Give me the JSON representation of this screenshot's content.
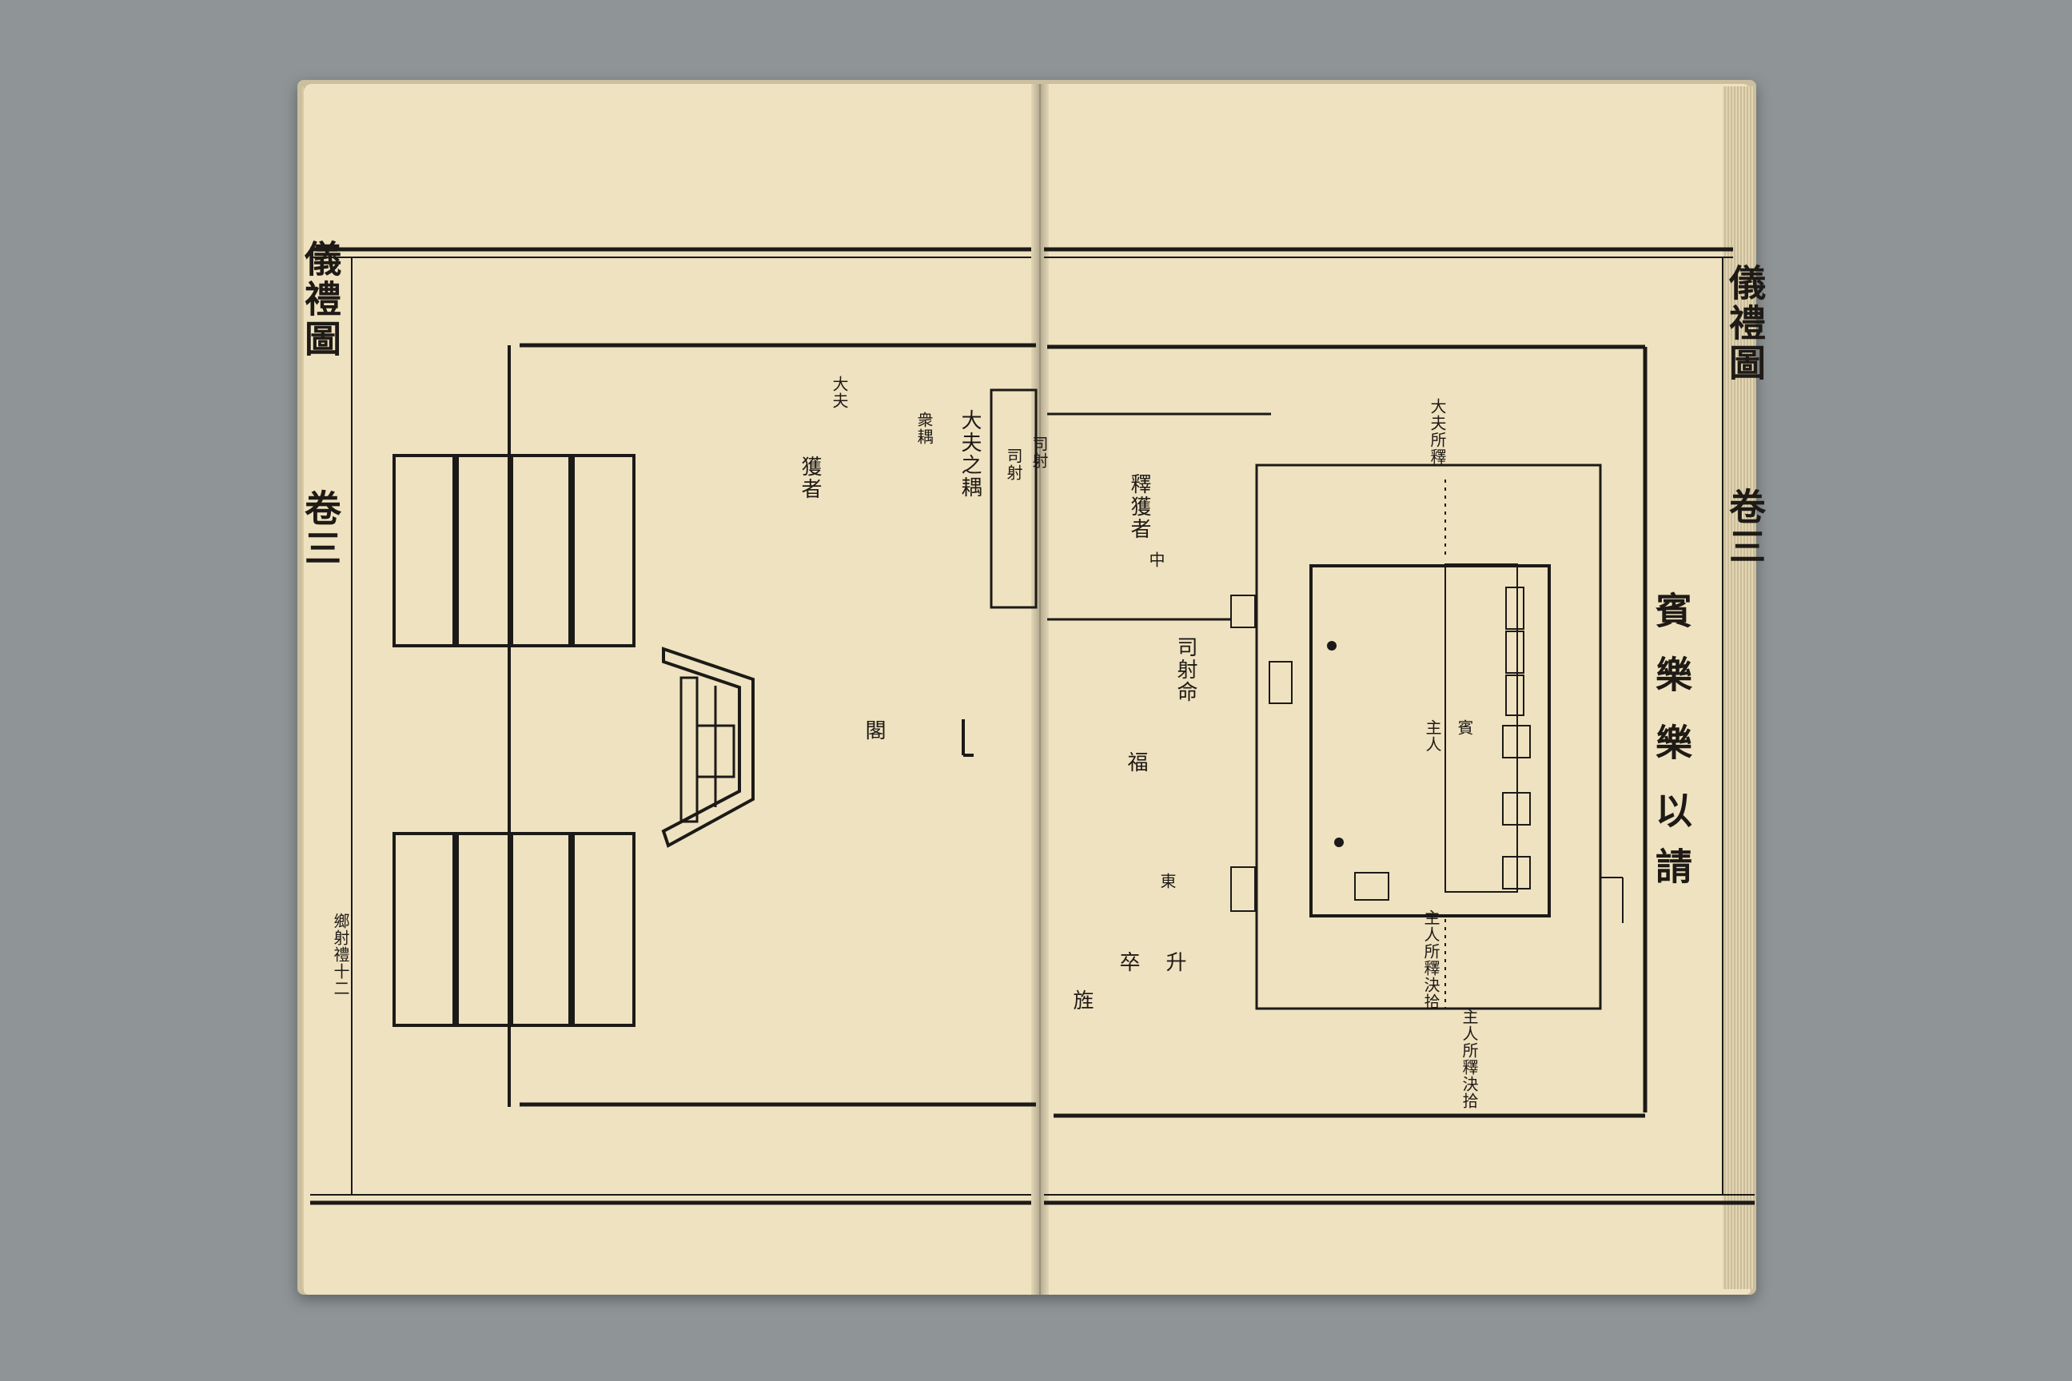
{
  "book": {
    "left_margin": {
      "title": "儀禮圖",
      "volume": "卷三",
      "section": "鄉射禮十二"
    },
    "right_margin": {
      "title": "儀禮圖",
      "volume": "卷三"
    }
  },
  "left_page": {
    "labels": {
      "tie": "大夫之耦",
      "group": "衆耦",
      "heading1": "獲者",
      "heading2": "司射",
      "label_a": "大夫",
      "label_b": "閣",
      "label_c": "旌"
    }
  },
  "right_page": {
    "caption": [
      "賓",
      "樂",
      "樂",
      "以",
      "請"
    ],
    "labels": {
      "shi_she": "司射",
      "release": "釋獲者",
      "middle": "中",
      "command": "司射命",
      "zhu": "主人",
      "bin": "賓",
      "fu": "福",
      "zhu_ren_label": "主人所釋決拾",
      "bin_label": "大夫所釋",
      "sheng": "升",
      "ding": "卒",
      "dong": "東"
    }
  },
  "colors": {
    "background": "#8f9597",
    "paper": "#efe2c0",
    "ink": "#1e1a16"
  }
}
